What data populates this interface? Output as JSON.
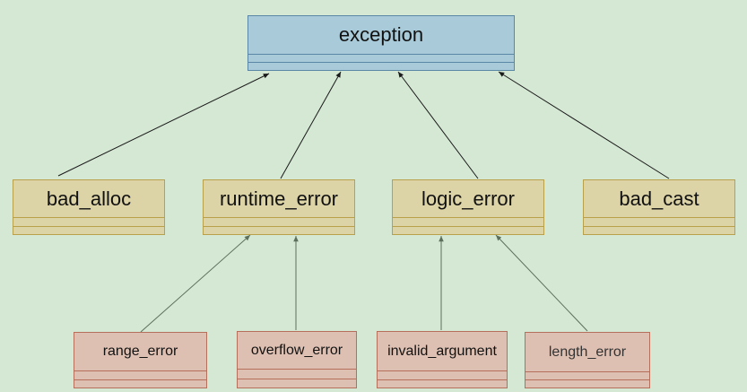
{
  "classes": {
    "exception": "exception",
    "bad_alloc": "bad_alloc",
    "runtime_error": "runtime_error",
    "logic_error": "logic_error",
    "bad_cast": "bad_cast",
    "range_error": "range_error",
    "overflow_error": "overflow_error",
    "invalid_argument": "invalid_argument",
    "length_error": "length_error"
  },
  "inheritance": [
    {
      "child": "bad_alloc",
      "parent": "exception"
    },
    {
      "child": "runtime_error",
      "parent": "exception"
    },
    {
      "child": "logic_error",
      "parent": "exception"
    },
    {
      "child": "bad_cast",
      "parent": "exception"
    },
    {
      "child": "range_error",
      "parent": "runtime_error"
    },
    {
      "child": "overflow_error",
      "parent": "runtime_error"
    },
    {
      "child": "invalid_argument",
      "parent": "logic_error"
    },
    {
      "child": "length_error",
      "parent": "logic_error"
    }
  ],
  "colors": {
    "background": "#d5e8d4",
    "root_fill": "#a9cbd9",
    "root_stroke": "#5b87a6",
    "mid_fill": "#dcd3a6",
    "mid_stroke": "#b9a04a",
    "leaf_fill": "#dec0b2",
    "leaf_stroke": "#b56f5a",
    "edge_dark": "#1a1a1a",
    "edge_light": "#5c6f5c"
  }
}
